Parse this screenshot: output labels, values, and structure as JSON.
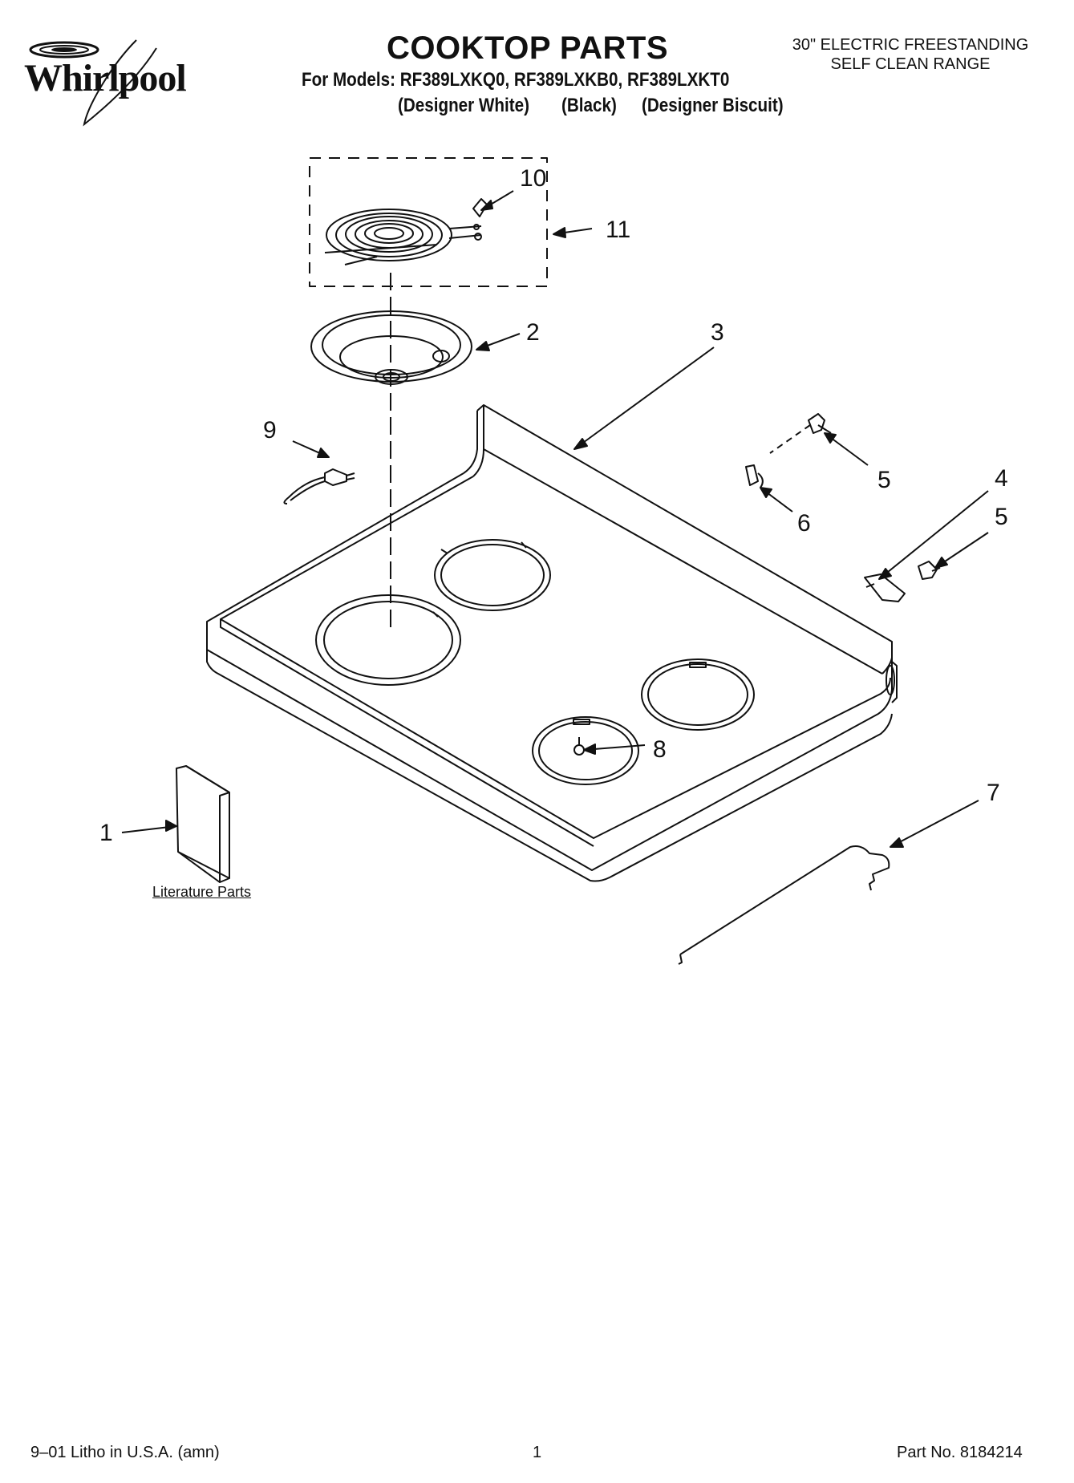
{
  "brand": {
    "logo_text": "Whirlpool"
  },
  "header": {
    "title": "COOKTOP PARTS",
    "models_line": "For Models: RF389LXKQ0, RF389LXKB0, RF389LXKT0",
    "variants": [
      "(Designer White)",
      "(Black)",
      "(Designer Biscuit)"
    ],
    "range_line1": "30\" ELECTRIC FREESTANDING",
    "range_line2": "SELF CLEAN RANGE"
  },
  "callouts": [
    "1",
    "2",
    "3",
    "4",
    "5",
    "5",
    "6",
    "7",
    "8",
    "9",
    "10",
    "11"
  ],
  "literature_label": "Literature Parts",
  "footer": {
    "litho": "9–01 Litho in U.S.A. (amn)",
    "page": "1",
    "part_no": "Part No. 8184214"
  },
  "colors": {
    "ink": "#111111",
    "paper": "#ffffff"
  }
}
